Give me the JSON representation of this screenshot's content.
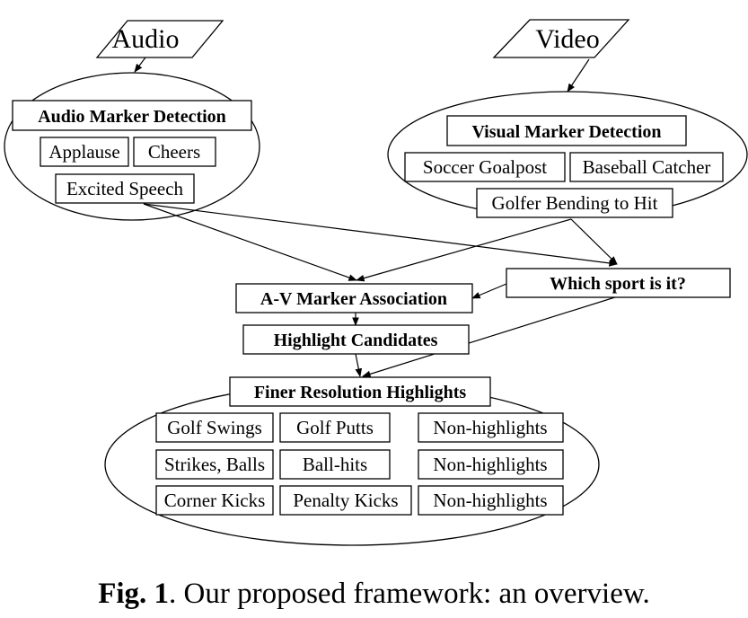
{
  "inputs": {
    "audio": "Audio",
    "video": "Video"
  },
  "audio_markers": {
    "title": "Audio Marker Detection",
    "items": [
      "Applause",
      "Cheers",
      "Excited Speech"
    ]
  },
  "visual_markers": {
    "title": "Visual Marker Detection",
    "items": [
      "Soccer Goalpost",
      "Baseball Catcher",
      "Golfer Bending to Hit"
    ]
  },
  "process": {
    "association": "A-V Marker Association",
    "sport_question": "Which sport is it?",
    "candidates": "Highlight Candidates"
  },
  "highlights": {
    "title": "Finer Resolution Highlights",
    "rows": [
      [
        "Golf Swings",
        "Golf Putts",
        "Non-highlights"
      ],
      [
        "Strikes, Balls",
        "Ball-hits",
        "Non-highlights"
      ],
      [
        "Corner Kicks",
        "Penalty Kicks",
        "Non-highlights"
      ]
    ]
  },
  "caption": {
    "label": "Fig. 1",
    "text": ". Our proposed framework: an overview."
  }
}
